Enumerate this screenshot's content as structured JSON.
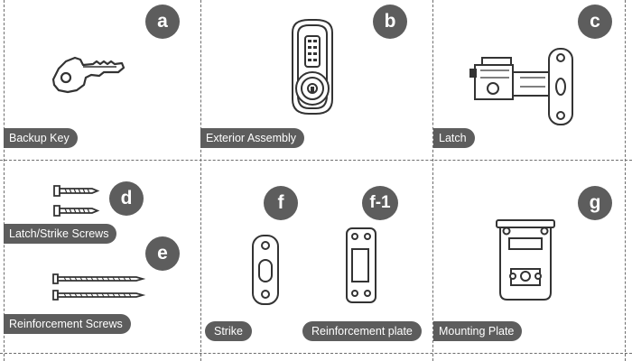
{
  "cells": {
    "a": {
      "badge": "a",
      "label": "Backup Key"
    },
    "b": {
      "badge": "b",
      "label": "Exterior Assembly"
    },
    "c": {
      "badge": "c",
      "label": "Latch"
    },
    "d": {
      "badge": "d",
      "label": "Latch/Strike Screws"
    },
    "e": {
      "badge": "e",
      "label": "Reinforcement Screws"
    },
    "f": {
      "badge": "f",
      "label": "Strike"
    },
    "f1": {
      "badge": "f-1",
      "label": "Reinforcement plate"
    },
    "g": {
      "badge": "g",
      "label": "Mounting Plate"
    }
  },
  "colors": {
    "badge_bg": "#5d5d5d",
    "label_bg": "#5d5d5d",
    "line_art": "#333333"
  },
  "icons": [
    "backup-key-icon",
    "exterior-assembly-icon",
    "latch-icon",
    "latch-strike-screw-icon",
    "reinforcement-screw-icon",
    "strike-plate-icon",
    "reinforcement-plate-icon",
    "mounting-plate-icon"
  ]
}
